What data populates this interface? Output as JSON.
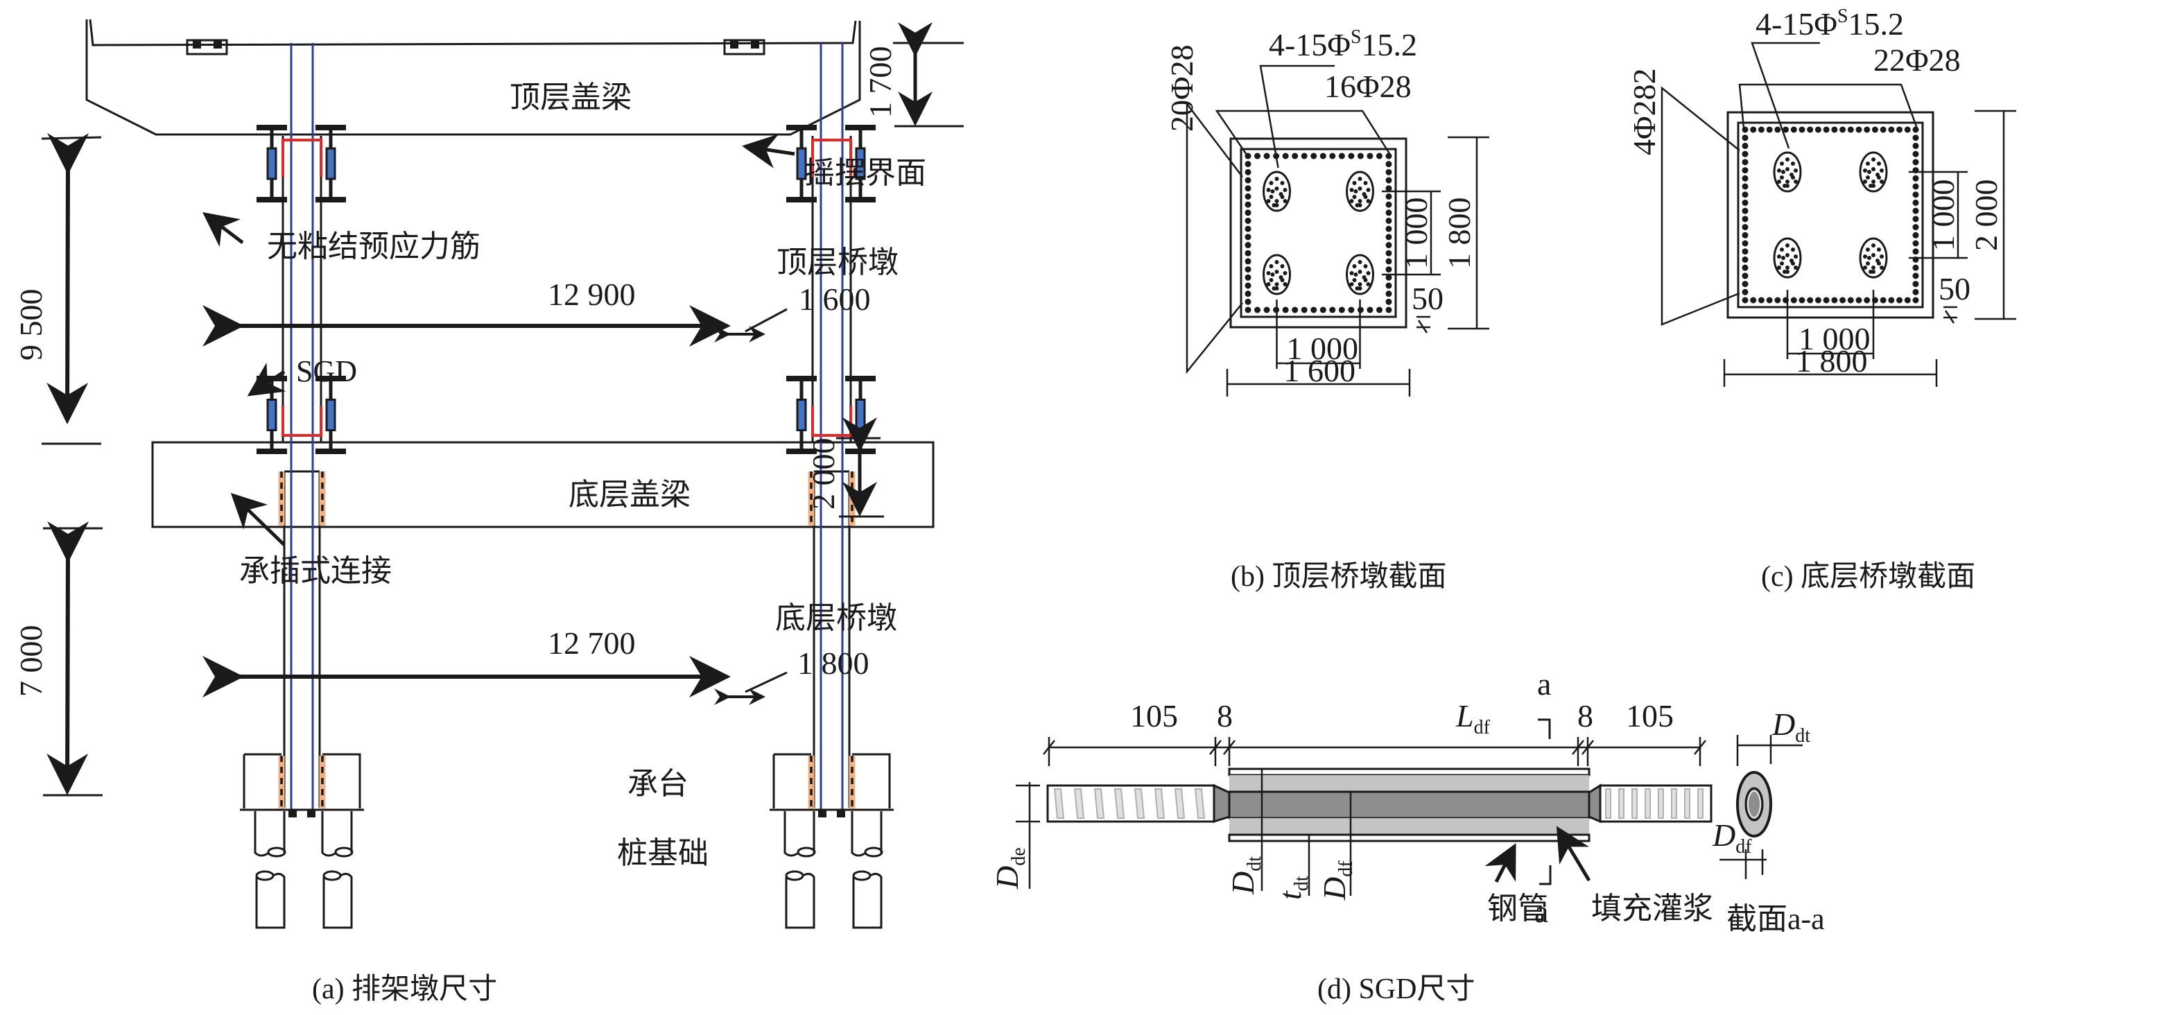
{
  "figure": {
    "panel_a": {
      "caption": "(a) 排架墩尺寸",
      "labels": {
        "top_cap_beam": "顶层盖梁",
        "rocking_interface": "摇摆界面",
        "unbonded_tendon": "无粘结预应力筋",
        "top_pier": "顶层桥墩",
        "sgd": "SGD",
        "bottom_cap_beam": "底层盖梁",
        "socket_connection": "承插式连接",
        "bottom_pier": "底层桥墩",
        "pile_cap": "承台",
        "pile_foundation": "桩基础"
      },
      "dimensions": {
        "top_height": "9 500",
        "bottom_height": "7 000",
        "top_cap_depth": "1 700",
        "bottom_cap_depth": "2 000",
        "top_span": "12 900",
        "bottom_span": "12 700",
        "top_pier_width": "1 600",
        "bottom_pier_width": "1 800"
      }
    },
    "panel_b": {
      "caption": "(b) 顶层桥墩截面",
      "tendon_label": "4-15Φ",
      "tendon_sup": "S",
      "tendon_tail": "15.2",
      "rebar_top": "16Φ28",
      "rebar_side": "20Φ28",
      "dim_height": "1 800",
      "dim_inner_v": "1 000",
      "dim_inner_h": "1 000",
      "dim_width": "1 600",
      "dim_cover": "50"
    },
    "panel_c": {
      "caption": "(c) 底层桥墩截面",
      "tendon_label": "4-15Φ",
      "tendon_sup": "S",
      "tendon_tail": "15.2",
      "rebar_top": "22Φ28",
      "rebar_side": "4Φ282",
      "dim_height": "2 000",
      "dim_inner_v": "1 000",
      "dim_inner_h": "1 000",
      "dim_width": "1 800",
      "dim_cover": "50"
    },
    "panel_d": {
      "caption": "(d) SGD尺寸",
      "dim_left_end": "105",
      "dim_left_taper": "8",
      "dim_mid": "L",
      "dim_mid_sub": "df",
      "dim_right_taper": "8",
      "dim_right_end": "105",
      "section_mark": "a",
      "label_Dde": "D",
      "label_Dde_sub": "de",
      "label_Ddt": "D",
      "label_Ddt_sub": "dt",
      "label_tdt": "t",
      "label_tdt_sub": "dt",
      "label_Ddf": "D",
      "label_Ddf_sub": "df",
      "steel_tube": "钢管",
      "grout_fill": "填充灌浆",
      "section_caption": "截面a-a"
    },
    "colors": {
      "sgd_blue": "#4472c4",
      "tendon_blue": "#2b3f9a",
      "rocking_red": "#e02a2a",
      "socket_orange": "#f4b183",
      "tube_light": "#c4c4c4",
      "core_dark": "#8e8e8e"
    }
  }
}
